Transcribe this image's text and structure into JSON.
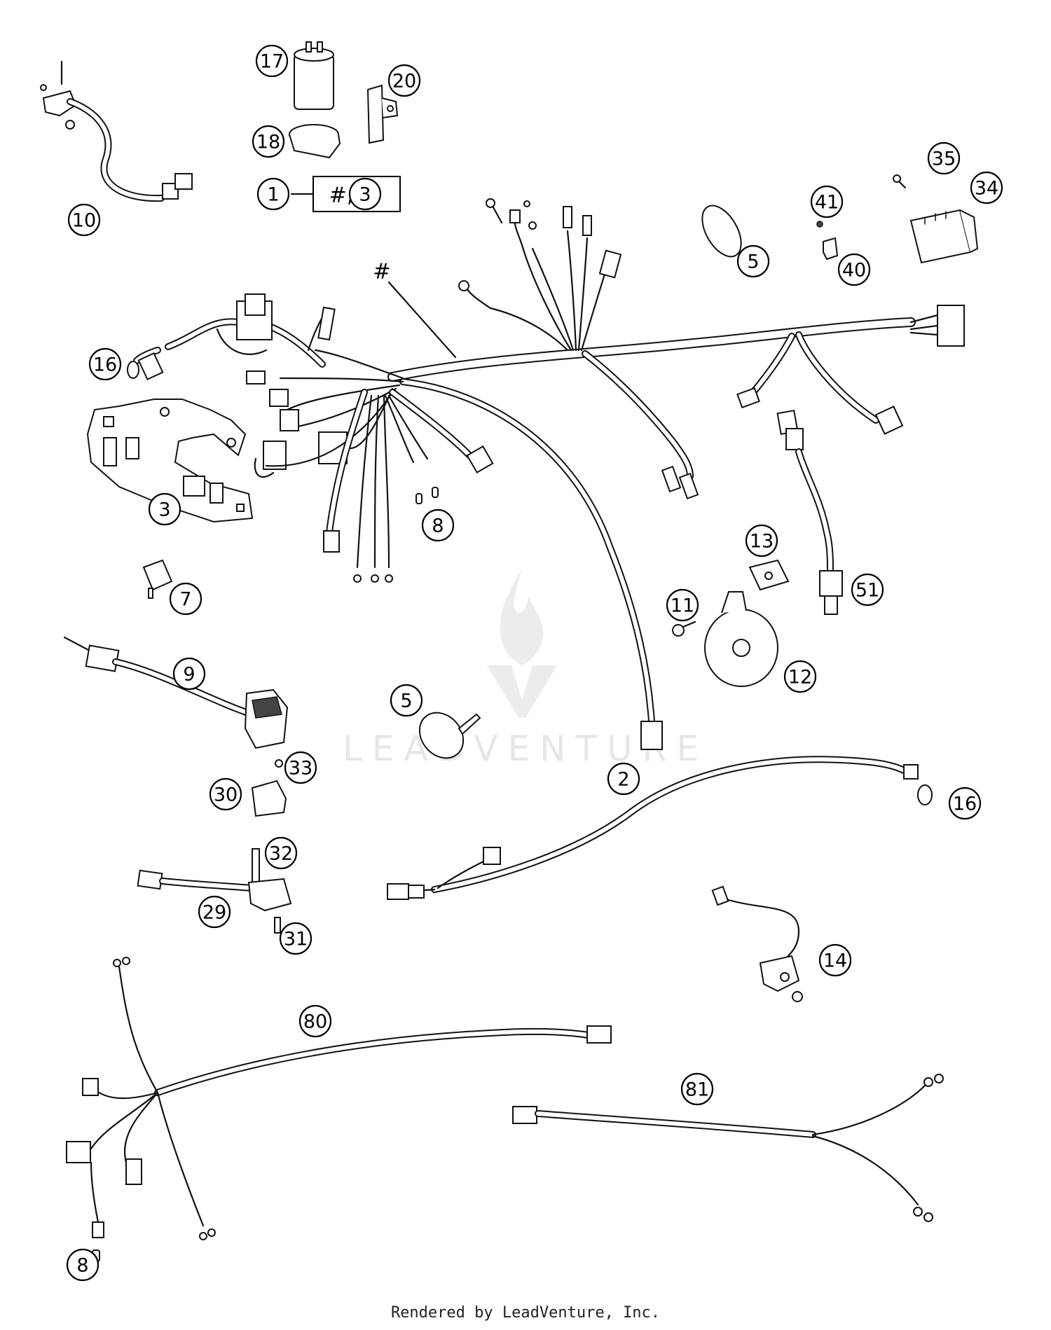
{
  "diagram": {
    "callouts": [
      {
        "label": "1"
      },
      {
        "label": "2"
      },
      {
        "label": "3"
      },
      {
        "label": "3"
      },
      {
        "label": "5"
      },
      {
        "label": "5"
      },
      {
        "label": "7"
      },
      {
        "label": "8"
      },
      {
        "label": "8"
      },
      {
        "label": "9"
      },
      {
        "label": "10"
      },
      {
        "label": "11"
      },
      {
        "label": "12"
      },
      {
        "label": "13"
      },
      {
        "label": "14"
      },
      {
        "label": "16"
      },
      {
        "label": "16"
      },
      {
        "label": "17"
      },
      {
        "label": "18"
      },
      {
        "label": "20"
      },
      {
        "label": "29"
      },
      {
        "label": "30"
      },
      {
        "label": "31"
      },
      {
        "label": "32"
      },
      {
        "label": "33"
      },
      {
        "label": "34"
      },
      {
        "label": "35"
      },
      {
        "label": "40"
      },
      {
        "label": "41"
      },
      {
        "label": "51"
      },
      {
        "label": "80"
      },
      {
        "label": "81"
      }
    ],
    "assembly_box": {
      "hash": "#,"
    },
    "hash_label": "#",
    "watermark": "LEADVENTURE",
    "footer": "Rendered by LeadVenture, Inc."
  }
}
